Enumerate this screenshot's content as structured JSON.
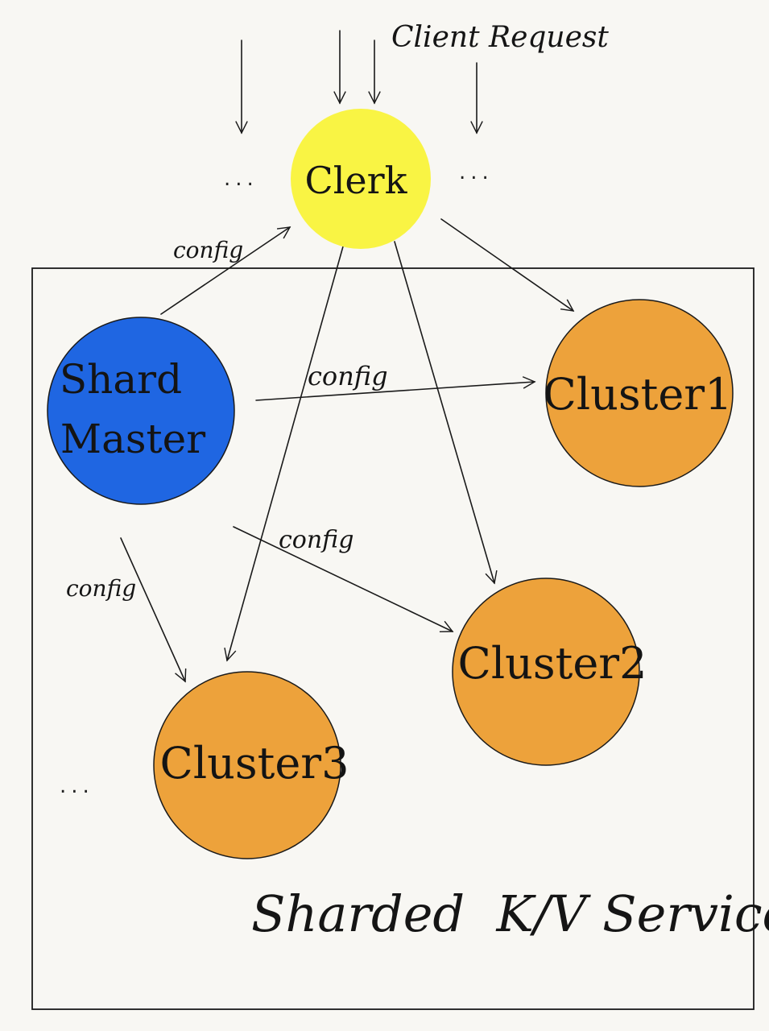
{
  "header": {
    "client_request": "Client Request"
  },
  "nodes": {
    "clerk": {
      "label": "Clerk",
      "color": "#f9f444"
    },
    "shard_master": {
      "label_line1": "Shard",
      "label_line2": "Master",
      "color": "#1f66e2"
    },
    "cluster1": {
      "label": "Cluster1",
      "color": "#eda23b"
    },
    "cluster2": {
      "label": "Cluster2",
      "color": "#eda23b"
    },
    "cluster3": {
      "label": "Cluster3",
      "color": "#eda23b"
    }
  },
  "edges": {
    "config_to_clerk": "config",
    "config_to_cluster1": "config",
    "config_to_cluster2": "config",
    "config_to_cluster3": "config"
  },
  "ellipses": {
    "left_of_clerk": "...",
    "right_of_clerk": "...",
    "more_clusters": "..."
  },
  "service_box": {
    "label": "Sharded  K/V Service"
  }
}
